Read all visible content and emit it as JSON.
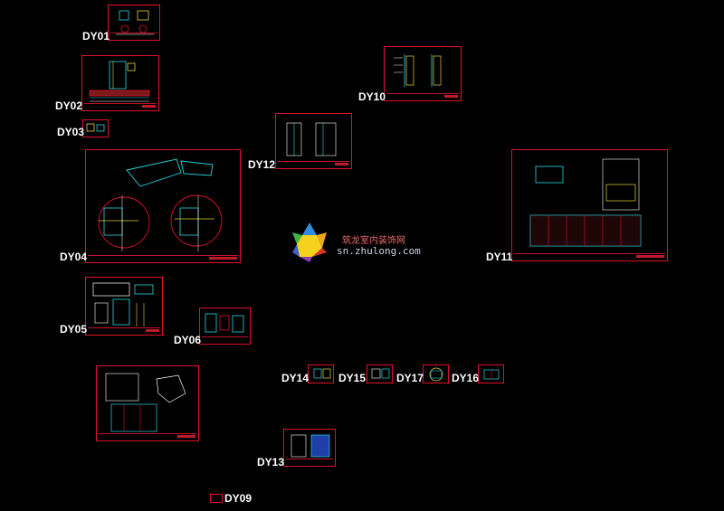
{
  "sheets": [
    {
      "id": "DY01",
      "label": "DY01"
    },
    {
      "id": "DY02",
      "label": "DY02"
    },
    {
      "id": "DY03",
      "label": "DY03"
    },
    {
      "id": "DY04",
      "label": "DY04"
    },
    {
      "id": "DY05",
      "label": "DY05"
    },
    {
      "id": "DY06",
      "label": "DY06"
    },
    {
      "id": "DY09",
      "label": "DY09"
    },
    {
      "id": "DY10",
      "label": "DY10"
    },
    {
      "id": "DY11",
      "label": "DY11"
    },
    {
      "id": "DY12",
      "label": "DY12"
    },
    {
      "id": "DY13",
      "label": "DY13"
    },
    {
      "id": "DY14",
      "label": "DY14"
    },
    {
      "id": "DY15",
      "label": "DY15"
    },
    {
      "id": "DY16",
      "label": "DY16"
    },
    {
      "id": "DY17",
      "label": "DY17"
    }
  ],
  "watermark": {
    "site_name": "筑龙室内装饰网",
    "url": "sn.zhulong.com"
  },
  "colors": {
    "background": "#000000",
    "sheet_border": "#e0102a",
    "linework_cyan": "#27d6e0",
    "linework_white": "#ffffff",
    "linework_yellow": "#e8d23a",
    "linework_red": "#e0102a"
  }
}
